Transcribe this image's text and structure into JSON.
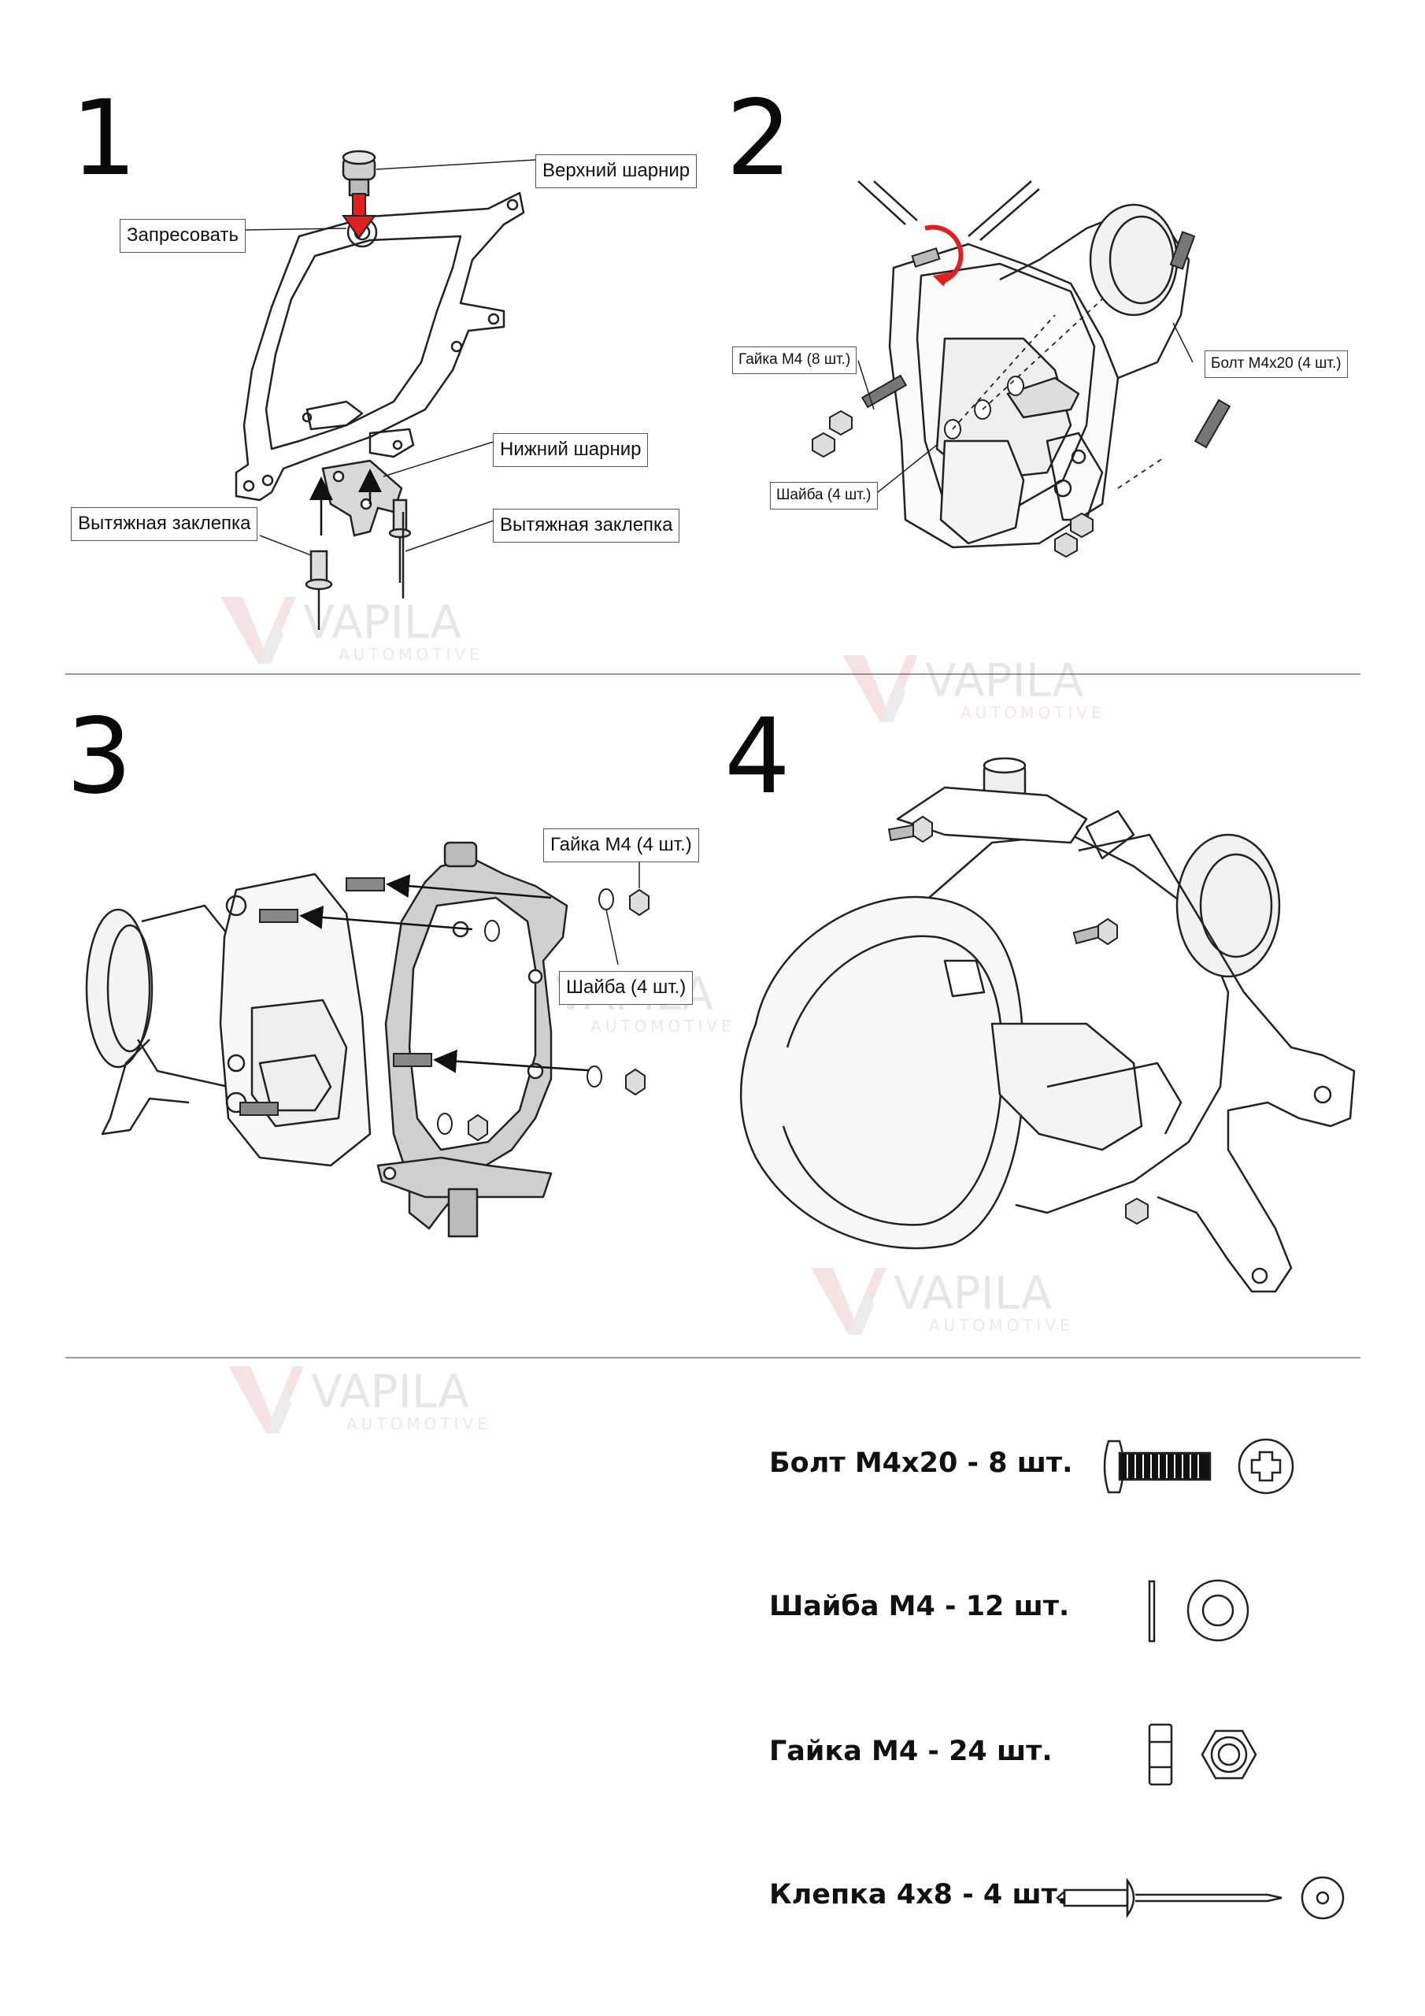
{
  "steps": [
    {
      "number": "1",
      "callouts": {
        "top_hinge": "Верхний шарнир",
        "press": "Запресовать",
        "lower_hinge": "Нижний шарнир",
        "rivet_left": "Вытяжная заклепка",
        "rivet_right": "Вытяжная заклепка"
      }
    },
    {
      "number": "2",
      "callouts": {
        "nut": "Гайка М4 (8 шт.)",
        "bolt": "Болт М4х20 (4 шт.)",
        "washer": "Шайба (4 шт.)"
      }
    },
    {
      "number": "3",
      "callouts": {
        "nut": "Гайка М4 (4 шт.)",
        "washer": "Шайба (4 шт.)"
      }
    },
    {
      "number": "4"
    }
  ],
  "watermark": {
    "brand": "VAPILA",
    "sub": "AUTOMOTIVE",
    "color": "#e8a0a0"
  },
  "parts": [
    {
      "label": "Болт М4х20 - 8 шт.",
      "icon": "bolt-icon"
    },
    {
      "label": "Шайба М4 - 12 шт.",
      "icon": "washer-icon"
    },
    {
      "label": "Гайка М4 - 24 шт.",
      "icon": "nut-icon"
    },
    {
      "label": "Клепка 4х8 - 4 шт.",
      "icon": "rivet-icon"
    }
  ],
  "colors": {
    "arrow_red": "#e02020",
    "line": "#222222",
    "divider": "#9a9a9a"
  }
}
